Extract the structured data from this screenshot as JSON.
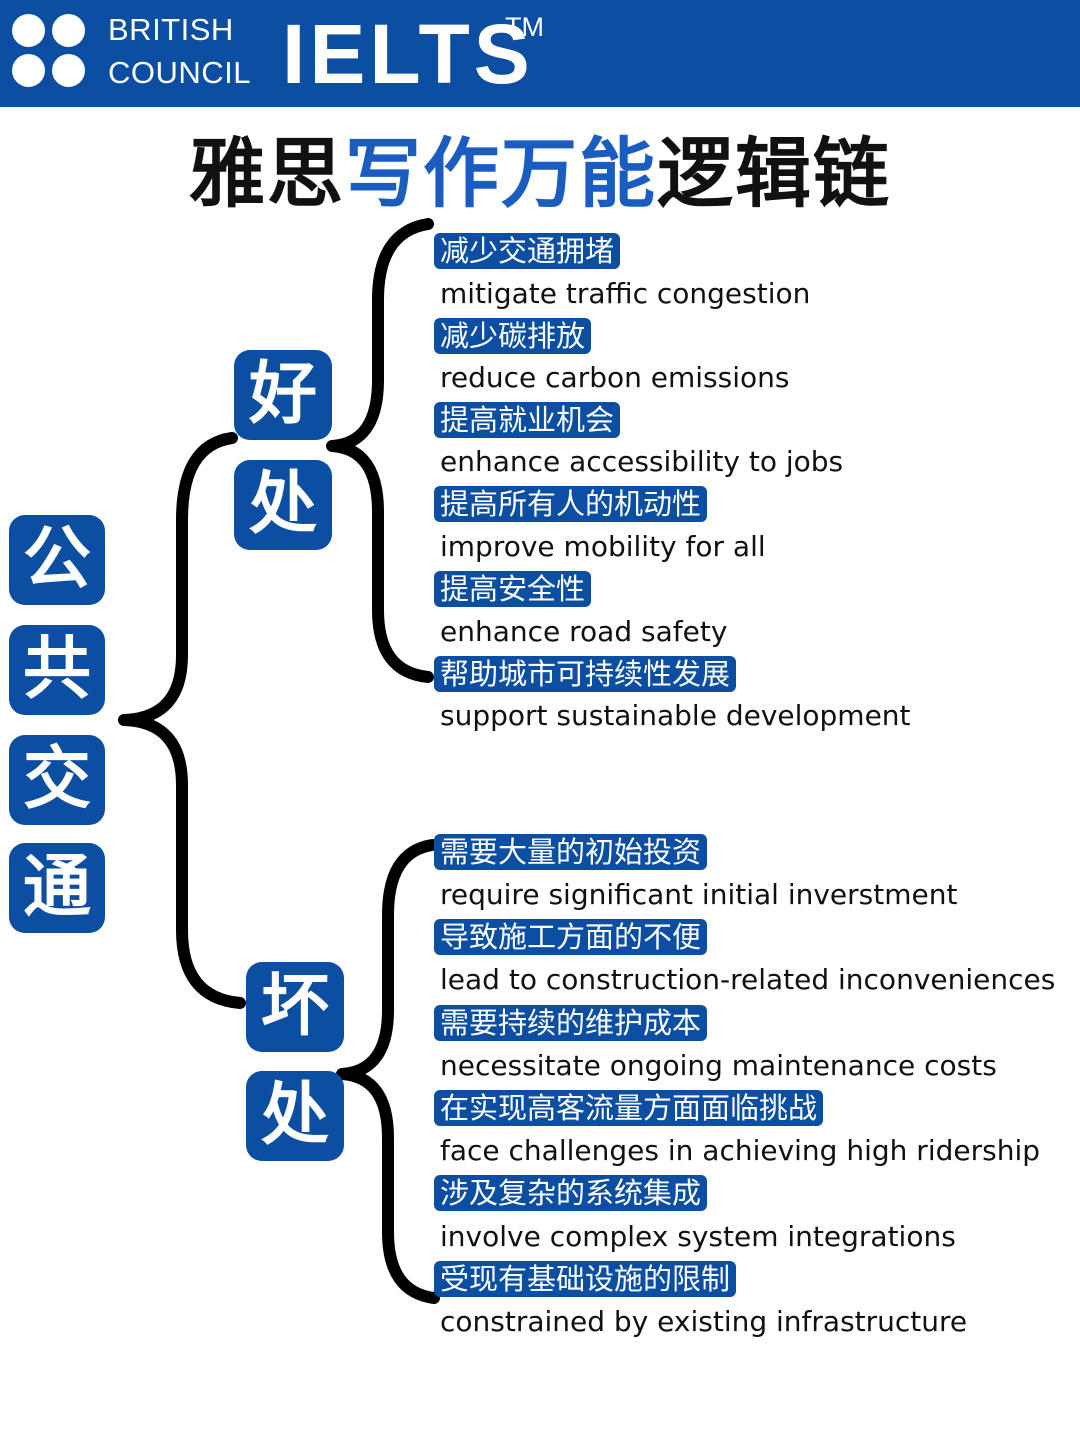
{
  "header": {
    "brand_line1": "BRITISH",
    "brand_line2": "COUNCIL",
    "exam": "IELTS",
    "trademark": "TM",
    "logo_icon": "four-dots-logo-icon",
    "background_color": "#0b4ea2"
  },
  "title": {
    "part1": "雅思",
    "part2": "写作万能",
    "part3": "逻辑链",
    "accent_color": "#1a5cc0"
  },
  "topic": [
    "公",
    "共",
    "交",
    "通"
  ],
  "benefits": {
    "label": [
      "好",
      "处"
    ],
    "items": [
      {
        "cn": "减少交通拥堵",
        "en": "mitigate traffic congestion"
      },
      {
        "cn": "减少碳排放",
        "en": "reduce carbon emissions"
      },
      {
        "cn": "提高就业机会",
        "en": "enhance accessibility to jobs"
      },
      {
        "cn": "提高所有人的机动性",
        "en": "improve mobility for all"
      },
      {
        "cn": "提高安全性",
        "en": "enhance road safety"
      },
      {
        "cn": "帮助城市可持续性发展",
        "en": "support sustainable development"
      }
    ]
  },
  "drawbacks": {
    "label": [
      "坏",
      "处"
    ],
    "items": [
      {
        "cn": "需要大量的初始投资",
        "en": "require significant initial inverstment"
      },
      {
        "cn": "导致施工方面的不便",
        "en": "lead to construction-related inconveniences"
      },
      {
        "cn": "需要持续的维护成本",
        "en": "necessitate ongoing maintenance costs"
      },
      {
        "cn": "在实现高客流量方面面临挑战",
        "en": "face challenges in achieving high ridership"
      },
      {
        "cn": "涉及复杂的系统集成",
        "en": "involve complex system integrations"
      },
      {
        "cn": "受现有基础设施的限制",
        "en": "constrained by existing infrastructure"
      }
    ]
  },
  "colors": {
    "box": "#0b4ea2",
    "text": "#111111",
    "bracket": "#000000"
  }
}
